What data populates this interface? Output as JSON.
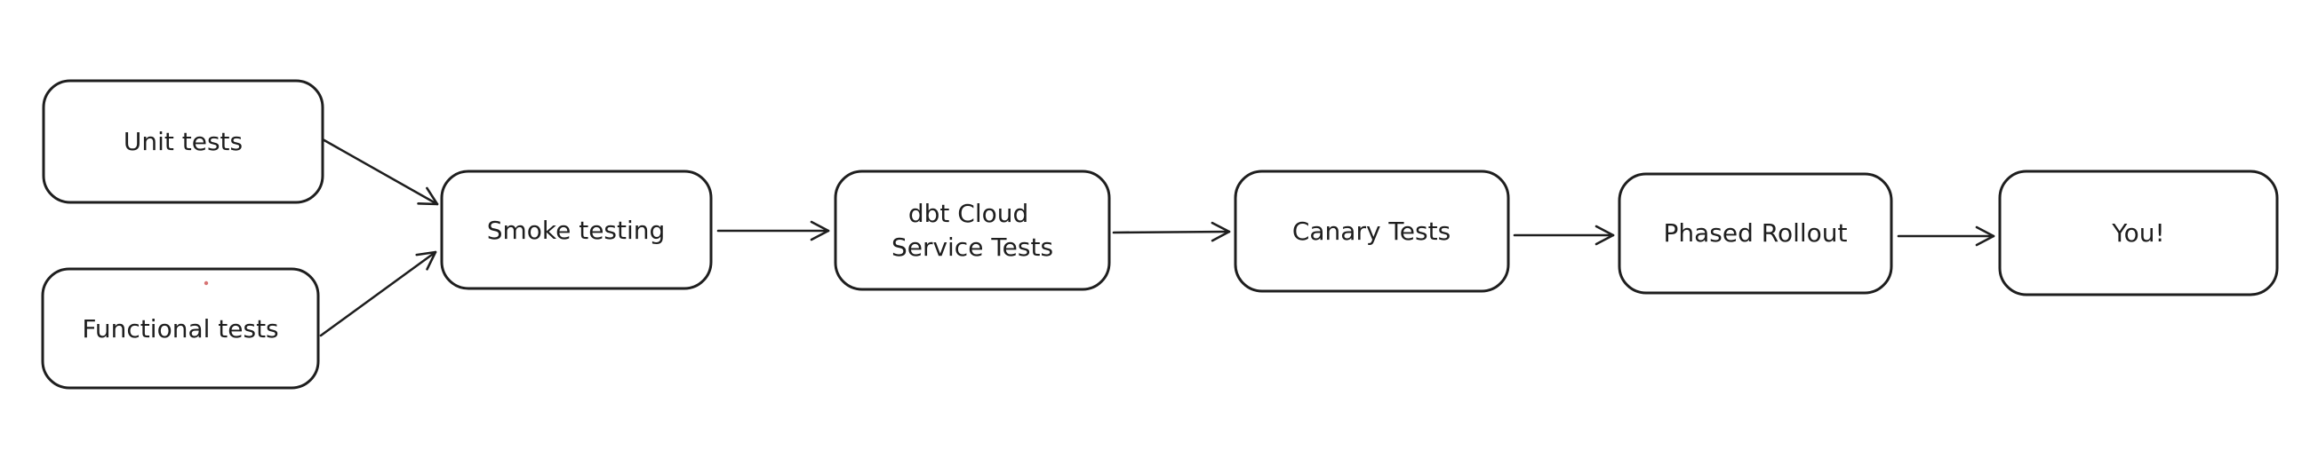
{
  "canvas": {
    "background_color": "#ffffff",
    "stroke_color": "#1e1e1e",
    "text_color": "#1e1e1e"
  },
  "nodes": [
    {
      "id": "unit-tests",
      "label": "Unit tests"
    },
    {
      "id": "functional-tests",
      "label": "Functional tests"
    },
    {
      "id": "smoke-testing",
      "label": "Smoke testing"
    },
    {
      "id": "dbt-cloud-service-tests",
      "label": "dbt Cloud Service Tests",
      "lines": [
        "dbt Cloud",
        "Service Tests"
      ]
    },
    {
      "id": "canary-tests",
      "label": "Canary Tests"
    },
    {
      "id": "phased-rollout",
      "label": "Phased Rollout"
    },
    {
      "id": "you",
      "label": "You!"
    }
  ],
  "edges": [
    {
      "from": "unit-tests",
      "to": "smoke-testing"
    },
    {
      "from": "functional-tests",
      "to": "smoke-testing"
    },
    {
      "from": "smoke-testing",
      "to": "dbt-cloud-service-tests"
    },
    {
      "from": "dbt-cloud-service-tests",
      "to": "canary-tests"
    },
    {
      "from": "canary-tests",
      "to": "phased-rollout"
    },
    {
      "from": "phased-rollout",
      "to": "you"
    }
  ]
}
